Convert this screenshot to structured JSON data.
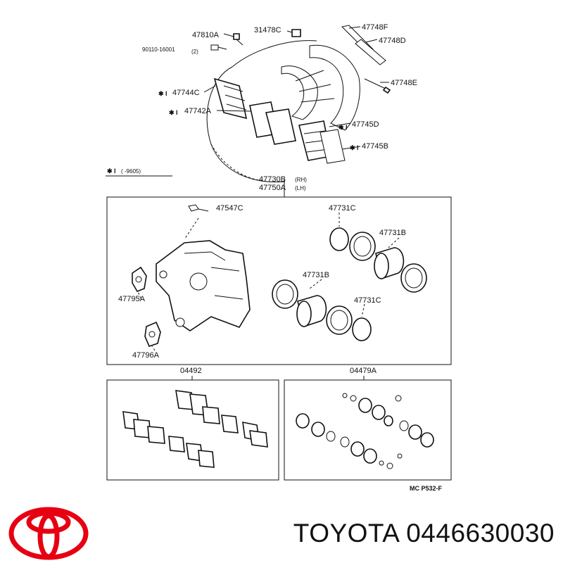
{
  "labels": {
    "p47810A": "47810A",
    "p31478C": "31478C",
    "p47748F": "47748F",
    "p47748D": "47748D",
    "p90110": "90110-16001",
    "qty2": "(2)",
    "p47748E": "47748E",
    "p47744C": "47744C",
    "p47742A": "47742A",
    "p47745D": "47745D",
    "p47745B": "47745B",
    "legend": "(     -9605)",
    "p47730B": "47730B",
    "rh": "(RH)",
    "p47750A": "47750A",
    "lh": "(LH)",
    "p47547C": "47547C",
    "p47731C_top": "47731C",
    "p47731B_top": "47731B",
    "p47731B_mid": "47731B",
    "p47731C_mid": "47731C",
    "p47795A": "47795A",
    "p47796A": "47796A",
    "p04492": "04492",
    "p04479A": "04479A",
    "ref": "MC  P532-F"
  },
  "brand": {
    "name": "TOYOTA",
    "part_number": "0446630030",
    "logo_color": "#e60012"
  },
  "icons": {
    "mark": "asterisk-i-mark",
    "logo": "toyota-logo"
  }
}
